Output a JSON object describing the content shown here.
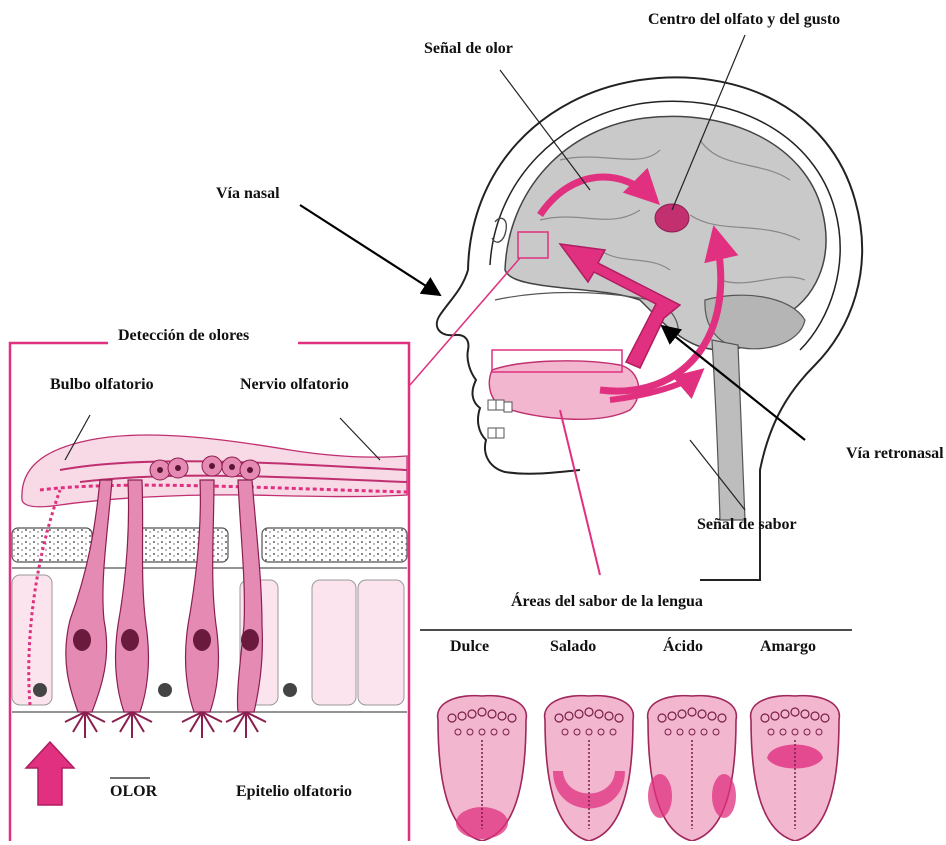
{
  "labels": {
    "odor_signal": "Señal de olor",
    "smell_taste_center": "Centro del olfato y del gusto",
    "nasal_path": "Vía nasal",
    "retronasal_path": "Vía retronasal",
    "taste_signal": "Señal de sabor",
    "odor_detection": "Detección de olores",
    "olfactory_bulb": "Bulbo olfatorio",
    "olfactory_nerve": "Nervio olfatorio",
    "odor": "OLOR",
    "olfactory_epithelium": "Epitelio olfatorio",
    "tongue_taste_areas": "Áreas del sabor de la lengua"
  },
  "tongue_tastes": [
    "Dulce",
    "Salado",
    "Ácido",
    "Amargo"
  ],
  "colors": {
    "magenta": "#e0307f",
    "pink": "#f2b6cf",
    "pink_light": "#f8d9e6",
    "brain_gray": "#c9c9c9",
    "line": "#222222"
  }
}
